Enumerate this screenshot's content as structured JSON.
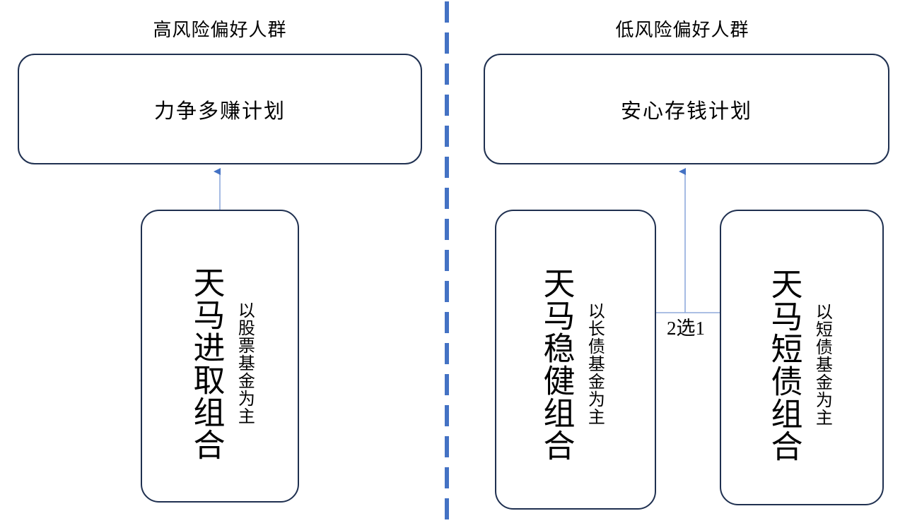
{
  "diagram": {
    "background_color": "#ffffff",
    "box_border_color": "#1f3050",
    "connector_color": "#8faadc",
    "arrow_color": "#4472c4",
    "divider_color": "#4472c4",
    "columns": [
      {
        "id": "high-risk",
        "title": "高风险偏好人群",
        "plan": "力争多赚计划",
        "portfolios": [
          {
            "name": "天马进取组合",
            "note": "以股票基金为主"
          }
        ]
      },
      {
        "id": "low-risk",
        "title": "低风险偏好人群",
        "plan": "安心存钱计划",
        "choose_label": "2选1",
        "portfolios": [
          {
            "name": "天马稳健组合",
            "note": "以长债基金为主"
          },
          {
            "name": "天马短债组合",
            "note": "以短债基金为主"
          }
        ]
      }
    ]
  }
}
